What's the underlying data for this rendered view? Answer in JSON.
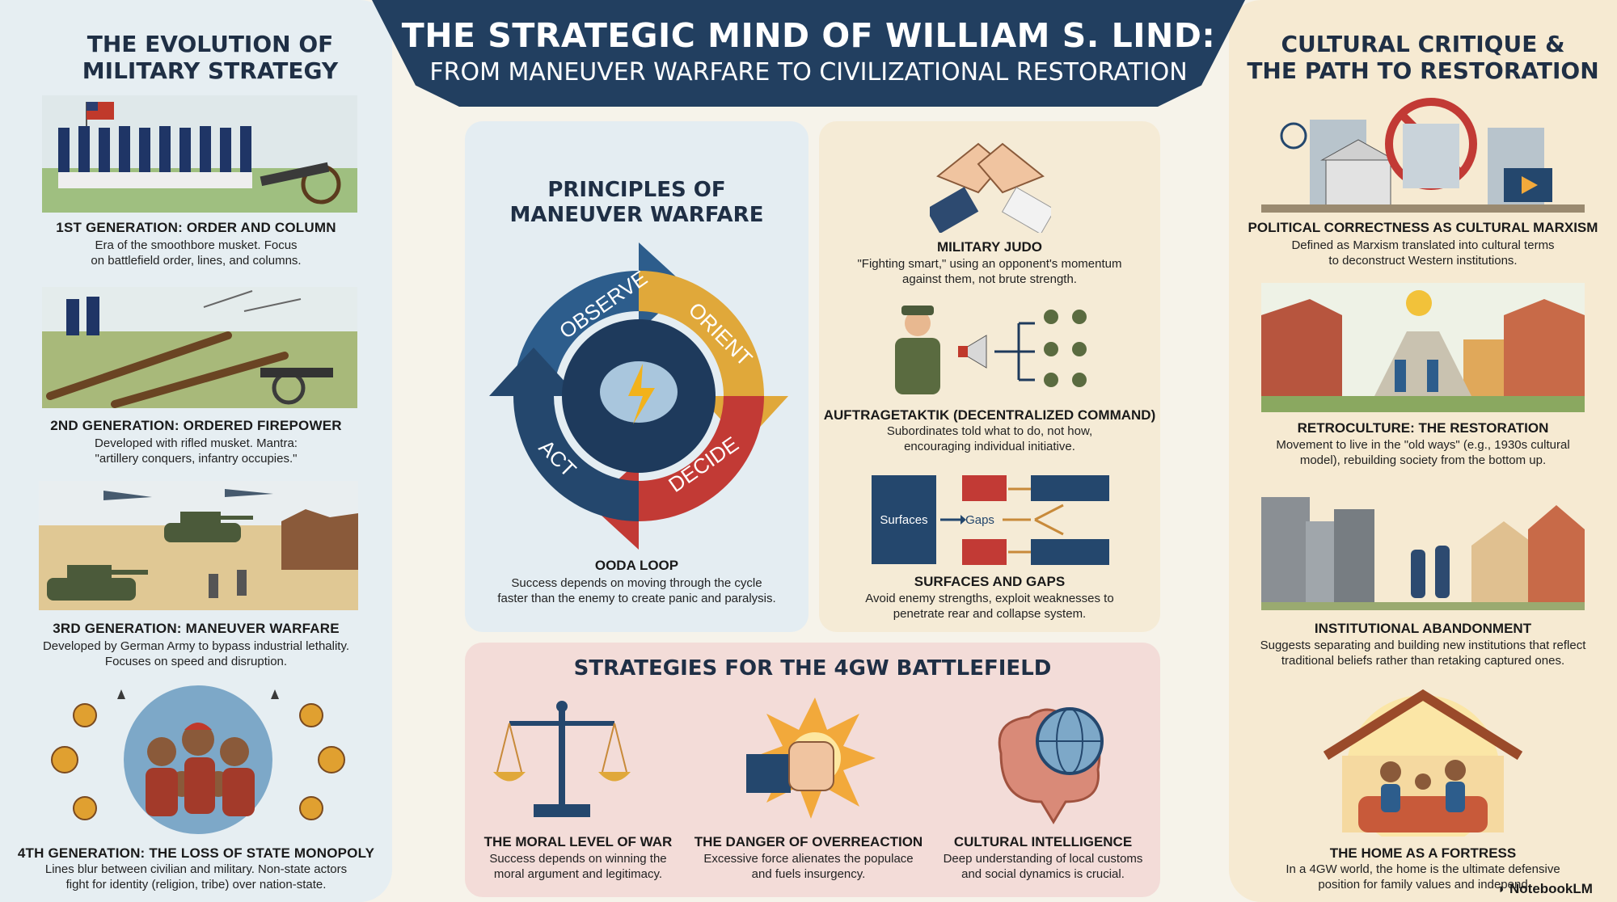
{
  "header": {
    "title": "THE STRATEGIC MIND OF WILLIAM S. LIND:",
    "subtitle": "FROM MANEUVER WARFARE TO CIVILIZATIONAL RESTORATION"
  },
  "left": {
    "title_line1": "THE EVOLUTION OF",
    "title_line2": "MILITARY STRATEGY",
    "gens": [
      {
        "title": "1ST GENERATION: ORDER AND COLUMN",
        "desc1": "Era of the smoothbore musket. Focus",
        "desc2": "on battlefield order, lines, and columns."
      },
      {
        "title": "2ND GENERATION: ORDERED FIREPOWER",
        "desc1": "Developed with rifled musket. Mantra:",
        "desc2": "\"artillery conquers, infantry occupies.\""
      },
      {
        "title": "3RD GENERATION: MANEUVER WARFARE",
        "desc1": "Developed by German Army to bypass industrial lethality.",
        "desc2": "Focuses on speed and disruption."
      },
      {
        "title": "4TH GENERATION: THE LOSS OF STATE MONOPOLY",
        "desc1": "Lines blur between civilian and military. Non-state actors",
        "desc2": "fight for identity (religion, tribe) over nation-state."
      }
    ]
  },
  "principles": {
    "title_line1": "PRINCIPLES OF",
    "title_line2": "MANEUVER WARFARE",
    "ooda": {
      "observe": "OBSERVE",
      "orient": "ORIENT",
      "decide": "DECIDE",
      "act": "ACT"
    },
    "ooda_title": "OODA LOOP",
    "ooda_desc1": "Success depends on moving through the cycle",
    "ooda_desc2": "faster than the enemy to create panic and paralysis."
  },
  "concepts": [
    {
      "title": "MILITARY JUDO",
      "desc1": "\"Fighting smart,\" using an opponent's momentum",
      "desc2": "against them, not brute strength."
    },
    {
      "title": "AUFTRAGETAKTIK (DECENTRALIZED COMMAND)",
      "desc1": "Subordinates told what to do, not how,",
      "desc2": "encouraging individual initiative."
    },
    {
      "title": "SURFACES AND GAPS",
      "desc1": "Avoid enemy strengths, exploit weaknesses to",
      "desc2": "penetrate rear and collapse system."
    }
  ],
  "surfaces_diagram": {
    "surfaces": "Surfaces",
    "gaps": "Gaps"
  },
  "strategies": {
    "title": "STRATEGIES FOR THE 4GW BATTLEFIELD",
    "items": [
      {
        "title": "THE MORAL LEVEL OF WAR",
        "desc1": "Success depends on winning the",
        "desc2": "moral argument and legitimacy."
      },
      {
        "title": "THE DANGER OF OVERREACTION",
        "desc1": "Excessive force alienates the populace",
        "desc2": "and fuels insurgency."
      },
      {
        "title": "CULTURAL INTELLIGENCE",
        "desc1": "Deep understanding of local customs",
        "desc2": "and social dynamics is crucial."
      }
    ]
  },
  "right": {
    "title_line1": "CULTURAL CRITIQUE &",
    "title_line2": "THE PATH TO RESTORATION",
    "items": [
      {
        "title": "POLITICAL CORRECTNESS AS CULTURAL MARXISM",
        "desc1": "Defined as Marxism translated into cultural terms",
        "desc2": "to deconstruct Western institutions."
      },
      {
        "title": "RETROCULTURE: THE RESTORATION",
        "desc1": "Movement to live in the \"old ways\" (e.g., 1930s cultural",
        "desc2": "model), rebuilding society from the bottom up."
      },
      {
        "title": "INSTITUTIONAL ABANDONMENT",
        "desc1": "Suggests separating and building new institutions that reflect",
        "desc2": "traditional beliefs rather than retaking captured ones."
      },
      {
        "title": "THE HOME AS A FORTRESS",
        "desc1": "In a 4GW world, the home is the ultimate defensive",
        "desc2": "position for family values and independ"
      }
    ]
  },
  "logo": "NotebookLM"
}
